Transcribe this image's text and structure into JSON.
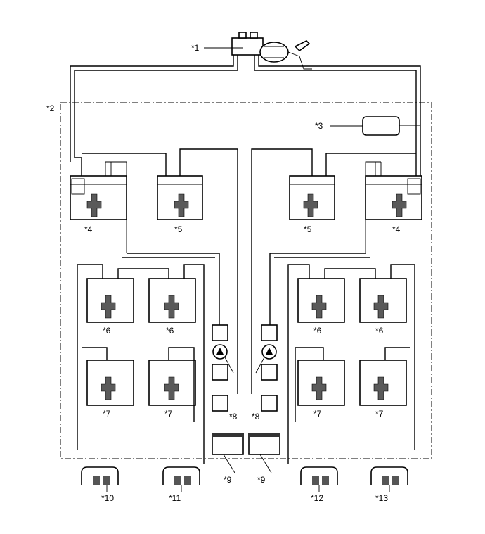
{
  "labels": {
    "master_cylinder": "*1",
    "actuator_boundary": "*2",
    "part3": "*3",
    "part4": "*4",
    "part5": "*5",
    "part6": "*6",
    "part7": "*7",
    "part8": "*8",
    "part9": "*9",
    "part10": "*10",
    "part11": "*11",
    "part12": "*12",
    "part13": "*13"
  },
  "colors": {
    "line": "#000000",
    "piston": "#5a5a5a",
    "background": "#ffffff"
  }
}
